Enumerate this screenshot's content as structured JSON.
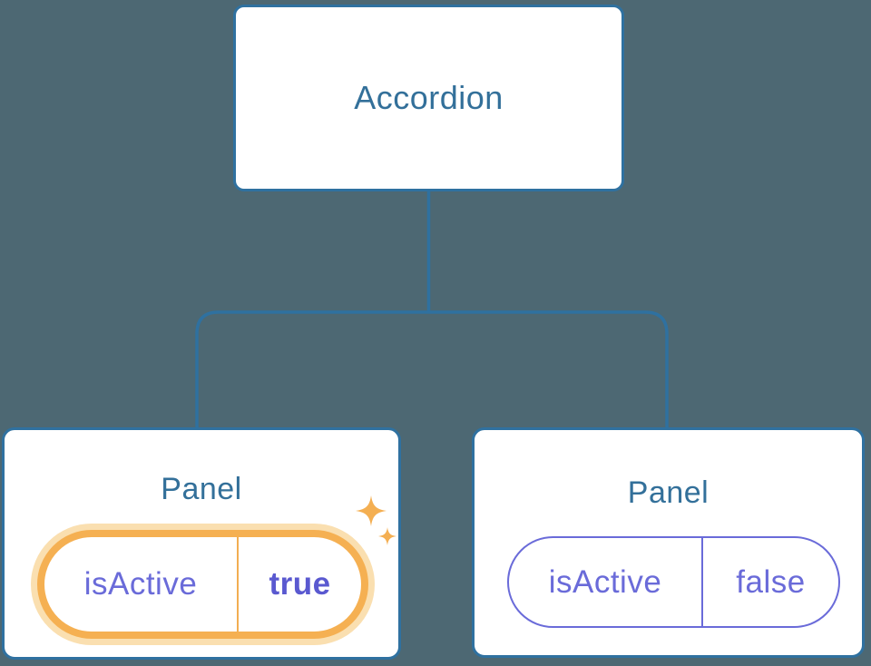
{
  "diagram": {
    "description": "Component tree diagram: Accordion parent with two Panel children holding isActive state",
    "root": {
      "label": "Accordion"
    },
    "children": [
      {
        "label": "Panel",
        "state": {
          "name": "isActive",
          "value": "true"
        },
        "highlighted": true,
        "icon": "sparkles-icon"
      },
      {
        "label": "Panel",
        "state": {
          "name": "isActive",
          "value": "false"
        },
        "highlighted": false
      }
    ]
  },
  "colors": {
    "background": "#4D6873",
    "node_fill": "#FFFFFF",
    "node_border": "#2F71A0",
    "node_text": "#33709A",
    "connector": "#2F71A0",
    "state_text": "#6A6BD9",
    "state_value_active": "#5A59D0",
    "highlight_border": "#F5B052",
    "highlight_halo": "#FADFB0",
    "highlight_divider": "#F2AE52",
    "sparkle": "#F4AF52"
  }
}
